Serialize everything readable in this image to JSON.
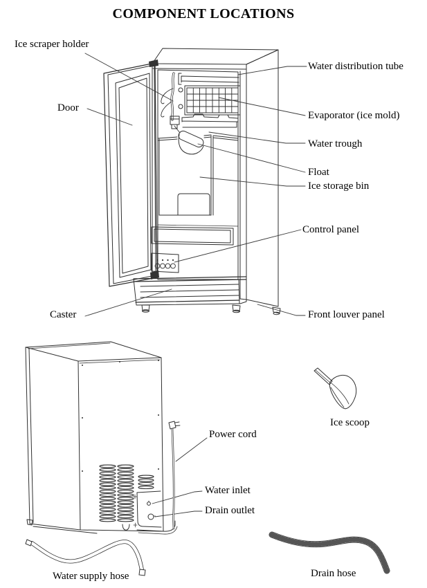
{
  "title": "COMPONENT LOCATIONS",
  "labels": {
    "front_view": {
      "ice_scraper_holder": "Ice scraper holder",
      "water_distribution_tube": "Water distribution tube",
      "door": "Door",
      "evaporator": "Evaporator (ice mold)",
      "water_trough": "Water trough",
      "float": "Float",
      "ice_storage_bin": "Ice storage bin",
      "control_panel": "Control panel",
      "caster": "Caster",
      "front_louver_panel": "Front louver panel"
    },
    "rear_view": {
      "power_cord": "Power cord",
      "water_inlet": "Water inlet",
      "drain_outlet": "Drain outlet"
    },
    "accessories": {
      "ice_scoop": "Ice scoop",
      "water_supply_hose": "Water supply hose",
      "drain_hose": "Drain hose"
    }
  },
  "colors": {
    "background": "#ffffff",
    "line_art": "#2f2f2f",
    "text": "#000000"
  }
}
